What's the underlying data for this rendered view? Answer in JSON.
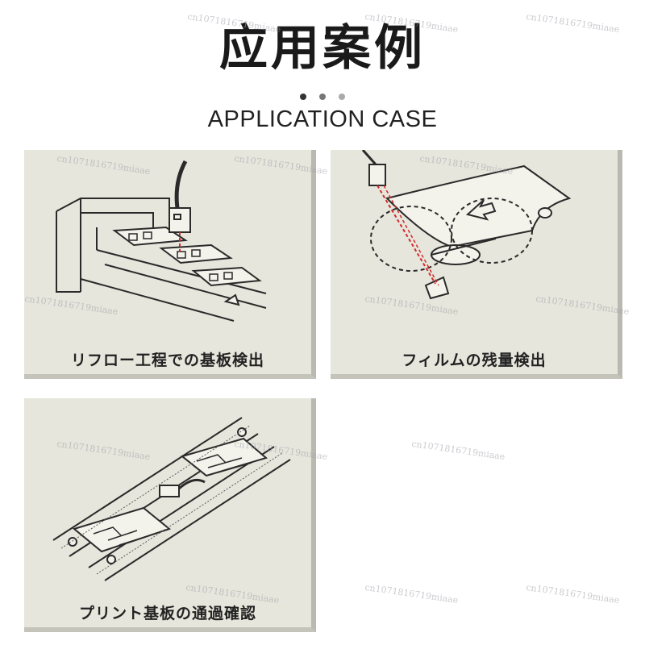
{
  "header": {
    "title": "应用案例",
    "subtitle": "APPLICATION CASE",
    "dot_colors": [
      "#333333",
      "#777777",
      "#aaaaaa"
    ]
  },
  "cases": [
    {
      "caption": "リフロー工程での基板検出"
    },
    {
      "caption": "フィルムの残量検出"
    },
    {
      "caption": "プリント基板の通過確認"
    }
  ],
  "watermark": "cn1071816719miaae",
  "colors": {
    "panel_bg": "#e6e6dc",
    "laser": "#d12b2b",
    "line": "#2a2a2a"
  }
}
